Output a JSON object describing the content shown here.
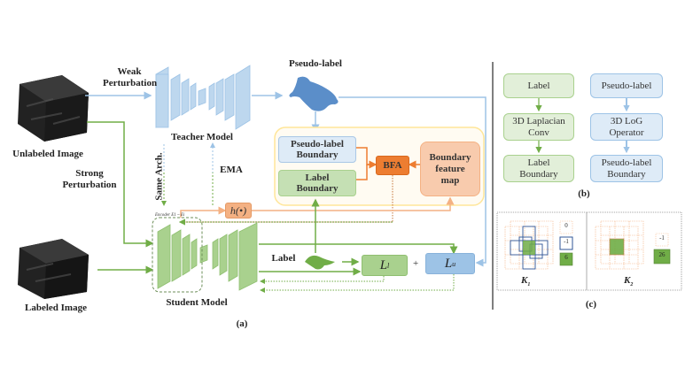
{
  "panel_a": {
    "caption": "(a)",
    "unlabeled_image": "Unlabeled Image",
    "labeled_image": "Labeled Image",
    "weak_perturbation": [
      "Weak",
      "Perturbation"
    ],
    "strong_perturbation": [
      "Strong",
      "Perturbation"
    ],
    "teacher_model": "Teacher Model",
    "student_model": "Student Model",
    "pseudo_label": "Pseudo-label",
    "same_arch": "Same Arch.",
    "ema": "EMA",
    "h_func": "h(•)",
    "encoder": "Encoder E1 ~ Ei",
    "pseudo_label_boundary": [
      "Pseudo-label",
      "Boundary"
    ],
    "label_boundary": [
      "Label",
      "Boundary"
    ],
    "bfa": "BFA",
    "boundary_feature_map": [
      "Boundary",
      "feature",
      "map"
    ],
    "label": "Label",
    "loss_l": "L",
    "loss_l_sub": "l",
    "plus": "+",
    "loss_u": "L",
    "loss_u_sub": "u"
  },
  "panel_b": {
    "caption": "(b)",
    "left_column": [
      [
        "Label"
      ],
      [
        "3D Laplacian",
        "Conv"
      ],
      [
        "Label",
        "Boundary"
      ]
    ],
    "right_column": [
      [
        "Pseudo-label"
      ],
      [
        "3D LoG",
        "Operator"
      ],
      [
        "Pseudo-label",
        "Boundary"
      ]
    ]
  },
  "panel_c": {
    "caption": "(c)",
    "k1": {
      "label": "K",
      "sub": "1",
      "values": [
        "0",
        "-1",
        "6"
      ]
    },
    "k2": {
      "label": "K",
      "sub": "2",
      "values": [
        "-1",
        "26"
      ]
    }
  },
  "colors": {
    "green": "#70ad47",
    "green_fill": "#a9d18e",
    "blue": "#9dc3e6",
    "orange": "#ed7d31",
    "orange_light": "#f4b183",
    "yellow_frame": "#ffe699"
  }
}
